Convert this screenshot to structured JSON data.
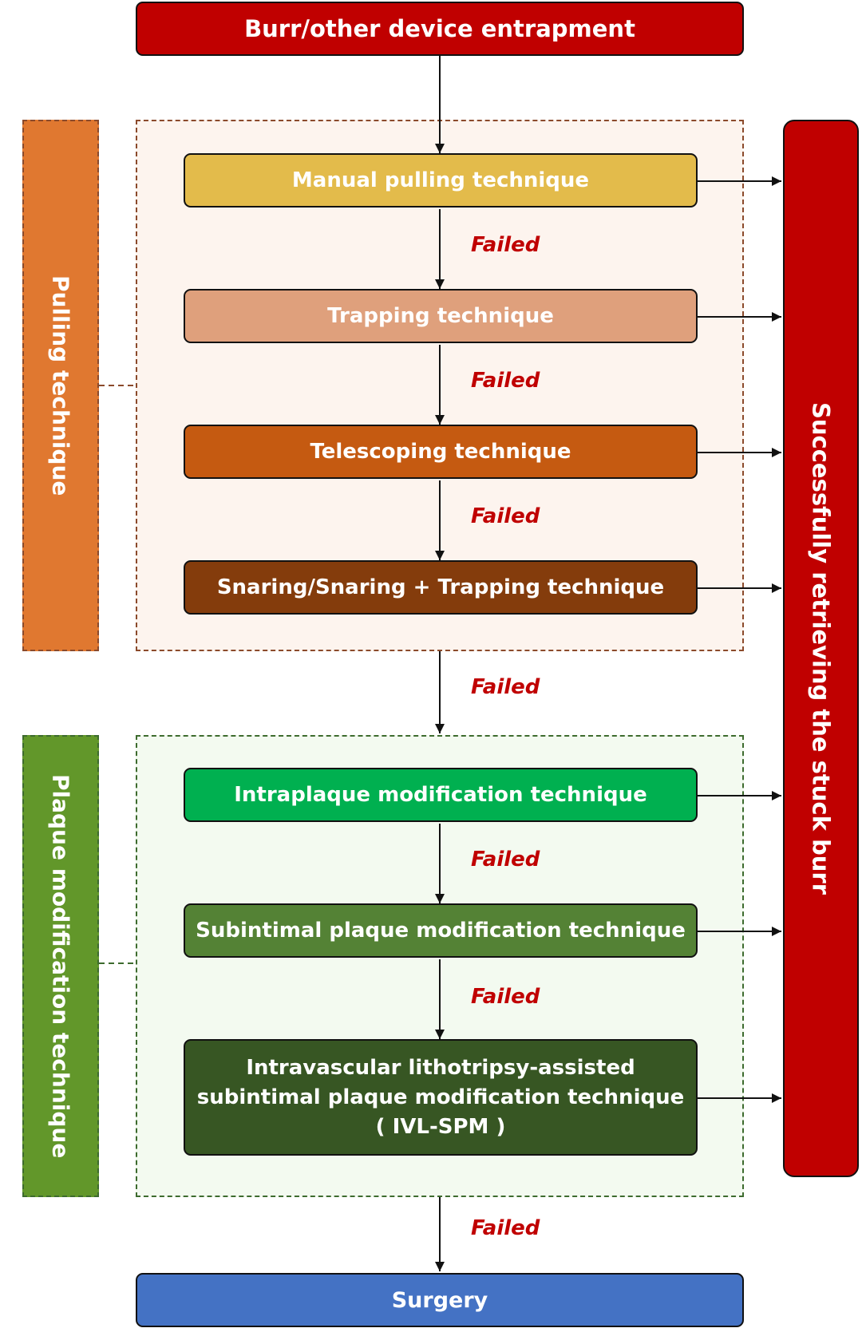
{
  "top": {
    "label": "Burr/other device entrapment"
  },
  "groups": {
    "pulling": {
      "label": "Pulling technique",
      "steps": [
        {
          "label": "Manual pulling technique",
          "color": "#e3bb4b"
        },
        {
          "label": "Trapping technique",
          "color": "#dfa07c"
        },
        {
          "label": "Telescoping technique",
          "color": "#c55a11"
        },
        {
          "label": "Snaring/Snaring + Trapping technique",
          "color": "#843c0c"
        }
      ]
    },
    "plaque": {
      "label": "Plaque modification technique",
      "steps": [
        {
          "label": "Intraplaque modification technique",
          "color": "#00b050"
        },
        {
          "label": "Subintimal plaque modification technique",
          "color": "#548235"
        },
        {
          "lines": [
            "Intravascular lithotripsy-assisted",
            "subintimal plaque modification technique",
            "( IVL-SPM )"
          ],
          "color": "#375623"
        }
      ]
    }
  },
  "failed_label": "Failed",
  "success": {
    "label": "Successfully retrieving the stuck burr"
  },
  "bottom": {
    "label": "Surgery"
  }
}
